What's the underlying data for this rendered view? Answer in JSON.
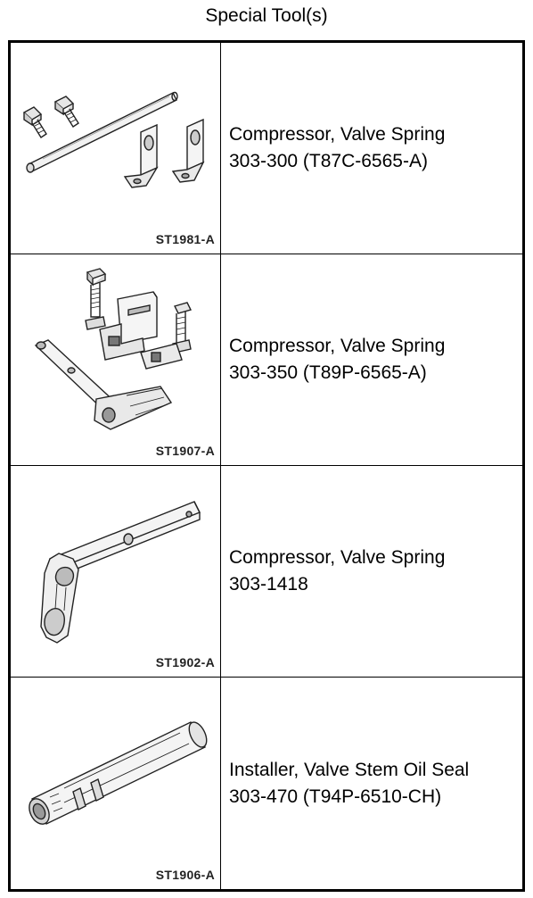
{
  "page": {
    "title": "Special Tool(s)"
  },
  "tools": [
    {
      "figure_code": "ST1981-A",
      "name": "Compressor, Valve Spring",
      "part_number": "303-300 (T87C-6565-A)"
    },
    {
      "figure_code": "ST1907-A",
      "name": "Compressor, Valve Spring",
      "part_number": "303-350 (T89P-6565-A)"
    },
    {
      "figure_code": "ST1902-A",
      "name": "Compressor, Valve Spring",
      "part_number": "303-1418"
    },
    {
      "figure_code": "ST1906-A",
      "name": "Installer, Valve Stem Oil Seal",
      "part_number": "303-470 (T94P-6510-CH)"
    }
  ]
}
